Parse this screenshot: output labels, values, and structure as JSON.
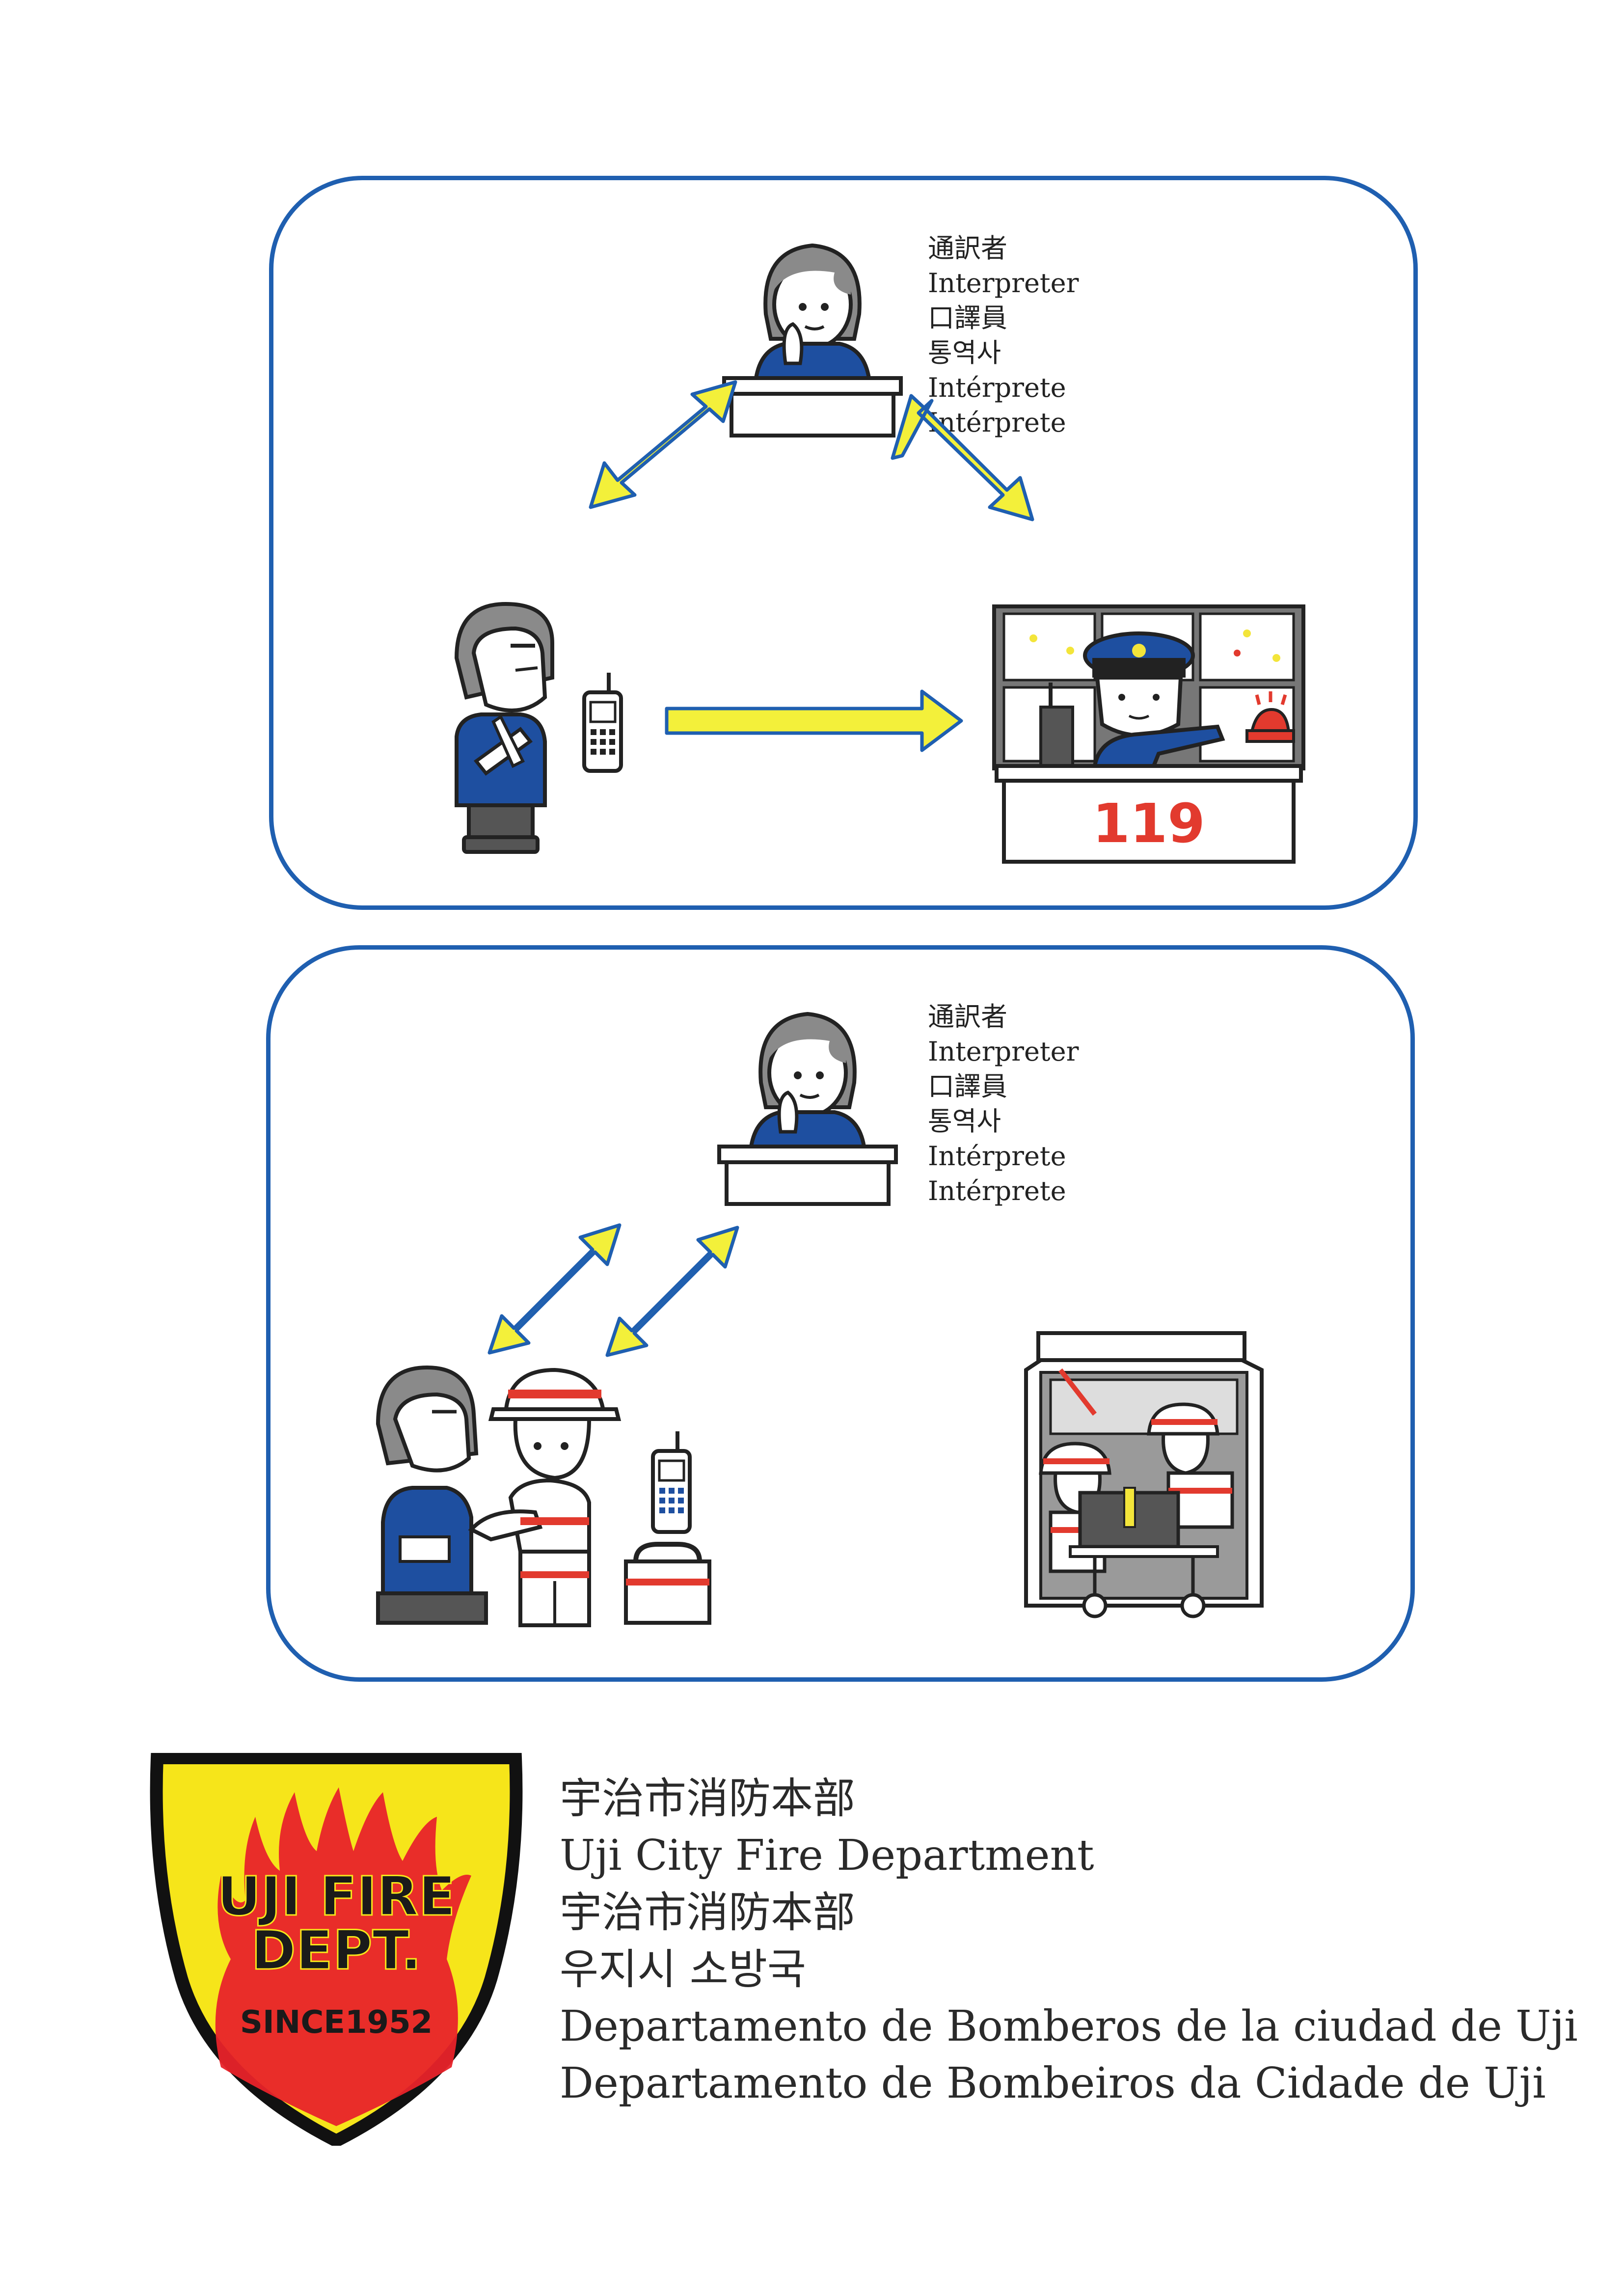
{
  "panel_1": {
    "interpreter_labels": [
      "通訳者",
      "Interpreter",
      "口譯員",
      "통역사",
      "Intérprete",
      "Intérprete"
    ],
    "dispatch_number": "119"
  },
  "panel_2": {
    "interpreter_labels": [
      "通訳者",
      "Interpreter",
      "口譯員",
      "통역사",
      "Intérprete",
      "Intérprete"
    ]
  },
  "emblem": {
    "line1": "UJI FIRE",
    "line2": "DEPT.",
    "since": "SINCE1952"
  },
  "footer": {
    "lines": [
      "宇治市消防本部",
      "Uji City Fire Department",
      "宇治市消防本部",
      "우지시 소방국",
      "Departamento de Bomberos de la ciudad de Uji",
      "Departamento de Bombeiros da Cidade de Uji"
    ]
  },
  "colors": {
    "panel_border": "#1f5fb0",
    "arrow_fill": "#f3f03a",
    "arrow_stroke": "#1f5fb0",
    "uniform_blue": "#1e4fa0",
    "emblem_yellow": "#f6e51a",
    "emblem_red": "#e8232a",
    "alert_red": "#e23a2e"
  }
}
